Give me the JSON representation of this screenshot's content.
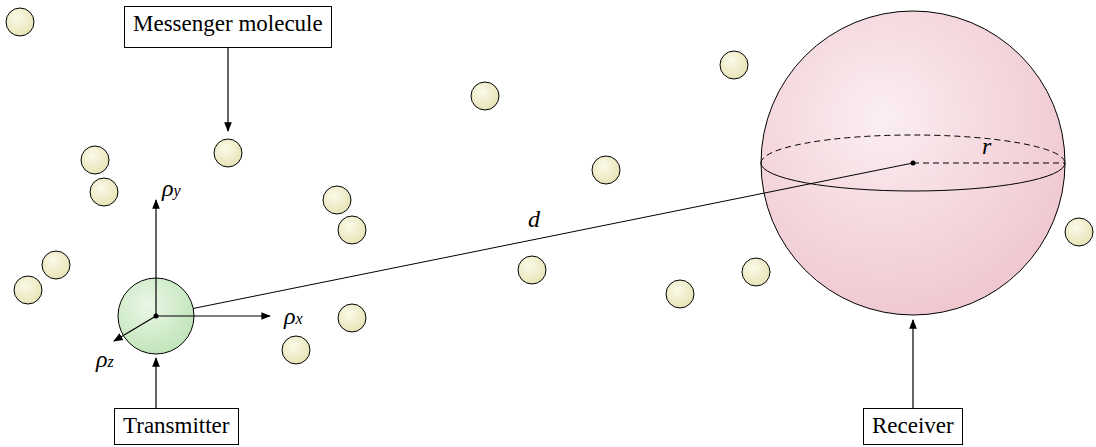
{
  "diagram": {
    "nodes": [
      {
        "text": [
          "Messenger molecule"
        ]
      },
      {
        "text": [
          "Transmitter"
        ]
      },
      {
        "text": [
          "Receiver"
        ]
      }
    ],
    "labels": [
      "ρy",
      "ρx",
      "ρz",
      "d",
      "r"
    ]
  }
}
